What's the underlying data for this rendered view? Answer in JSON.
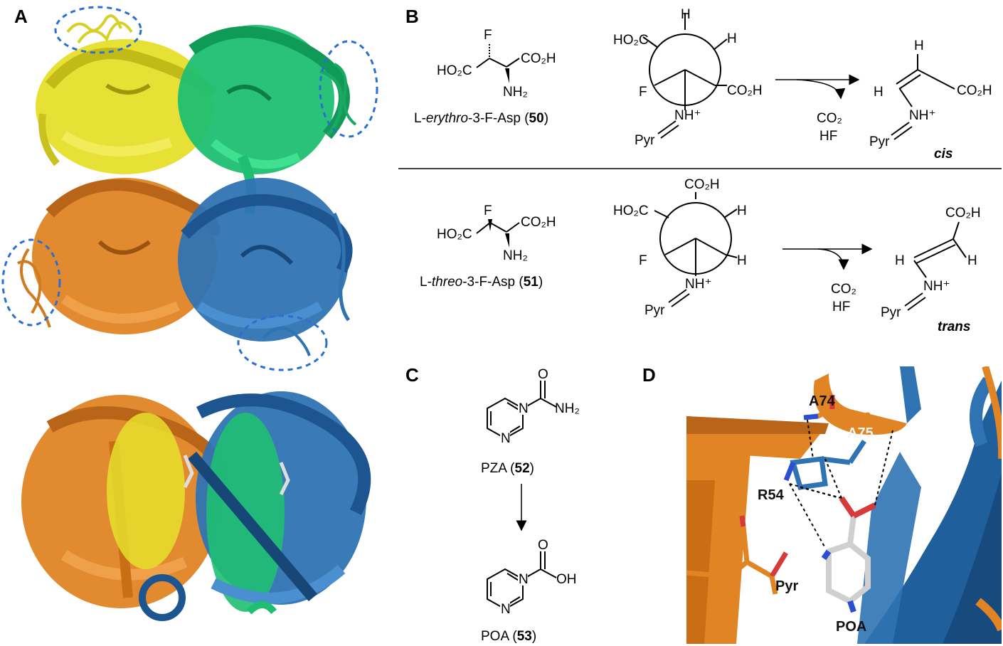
{
  "panels": {
    "a": "A",
    "b": "B",
    "c": "C",
    "d": "D"
  },
  "colors": {
    "yellow": "#e6df2b",
    "green": "#1fbf72",
    "blue": "#2f73b3",
    "orange": "#e08424",
    "loop_dash": "#2a6fd1",
    "bg": "#ffffff"
  },
  "panel_b": {
    "row1": {
      "F": "F",
      "HO2C": "HO₂C",
      "CO2H": "CO₂H",
      "NH2": "NH₂",
      "name_prefix": "L-",
      "name_italic": "erythro",
      "name_suffix": "-3-F-Asp (",
      "name_num": "50",
      "name_close": ")",
      "newman_H_top": "H",
      "newman_H_right": "H",
      "newman_HO2C": "HO₂C",
      "newman_F": "F",
      "newman_CO2H": "CO₂H",
      "newman_NH": "NH⁺",
      "newman_Pyr": "Pyr",
      "byproduct_1": "CO₂",
      "byproduct_2": "HF",
      "product_H1": "H",
      "product_H2": "H",
      "product_CO2H": "CO₂H",
      "product_NH": "NH⁺",
      "product_Pyr": "Pyr",
      "product_label": "cis"
    },
    "row2": {
      "F": "F",
      "HO2C": "HO₂C",
      "CO2H": "CO₂H",
      "NH2": "NH₂",
      "name_prefix": "L-",
      "name_italic": "threo",
      "name_suffix": "-3-F-Asp (",
      "name_num": "51",
      "name_close": ")",
      "newman_CO2H_top": "CO₂H",
      "newman_H_right": "H",
      "newman_HO2C": "HO₂C",
      "newman_F": "F",
      "newman_H_low": "H",
      "newman_NH": "NH⁺",
      "newman_Pyr": "Pyr",
      "byproduct_1": "CO₂",
      "byproduct_2": "HF",
      "product_H1": "H",
      "product_H2": "H",
      "product_CO2H": "CO₂H",
      "product_NH": "NH⁺",
      "product_Pyr": "Pyr",
      "product_label": "trans"
    }
  },
  "panel_c": {
    "pza": {
      "N": "N",
      "O": "O",
      "NH2": "NH₂",
      "name": "PZA (",
      "num": "52",
      "close": ")"
    },
    "poa": {
      "N": "N",
      "O": "O",
      "OH": "OH",
      "name": "POA (",
      "num": "53",
      "close": ")"
    }
  },
  "panel_d": {
    "labels": [
      "A74",
      "A75",
      "R54",
      "Pyr",
      "POA"
    ]
  }
}
